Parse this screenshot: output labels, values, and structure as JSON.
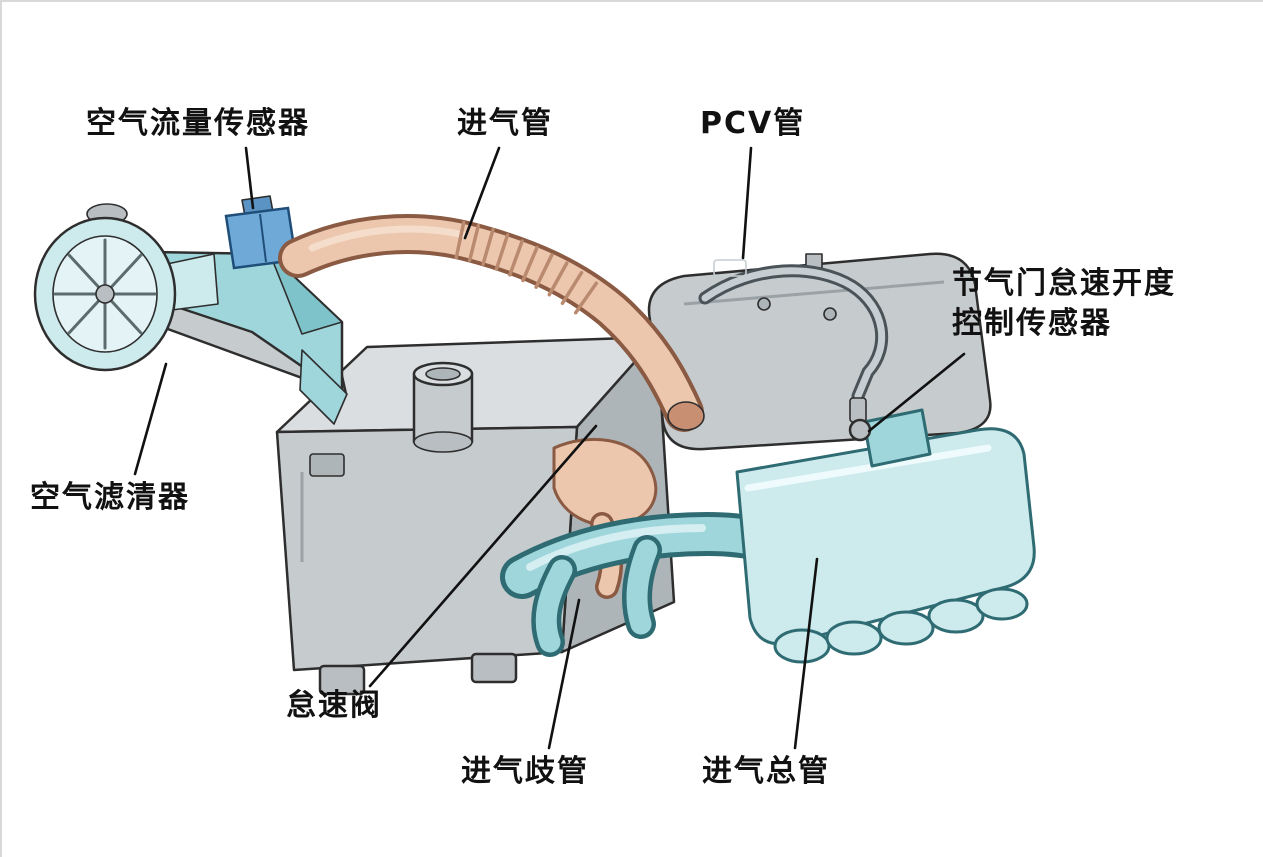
{
  "diagram": {
    "subject": "engine-air-intake-system"
  },
  "labels": {
    "air_flow_sensor": "空气流量传感器",
    "intake_pipe": "进气管",
    "pcv_pipe": "PCV管",
    "throttle_sensor_line1": "节气门怠速开度",
    "throttle_sensor_line2": "控制传感器",
    "air_filter": "空气滤清器",
    "idle_valve": "怠速阀",
    "intake_manifold": "进气歧管",
    "intake_plenum": "进气总管"
  },
  "colors": {
    "background": "#ffffff",
    "frame_line": "#d9d9d9",
    "label_text": "#111111",
    "outline": "#2e2e2e",
    "engine_gray": "#c6cbce",
    "engine_gray_light": "#dadee0",
    "engine_gray_dark": "#aeb5b9",
    "engine_gray_mid": "#b8bec2",
    "teal": "#9fd6dc",
    "teal_light": "#cdeaed",
    "teal_pale": "#e4f4f6",
    "teal_dark": "#2e6b72",
    "hose_pink": "#ecc7ae",
    "hose_pink_dark": "#8a5a42",
    "hose_rib": "#b98a6e",
    "sensor_blue": "#6fa9d8"
  }
}
